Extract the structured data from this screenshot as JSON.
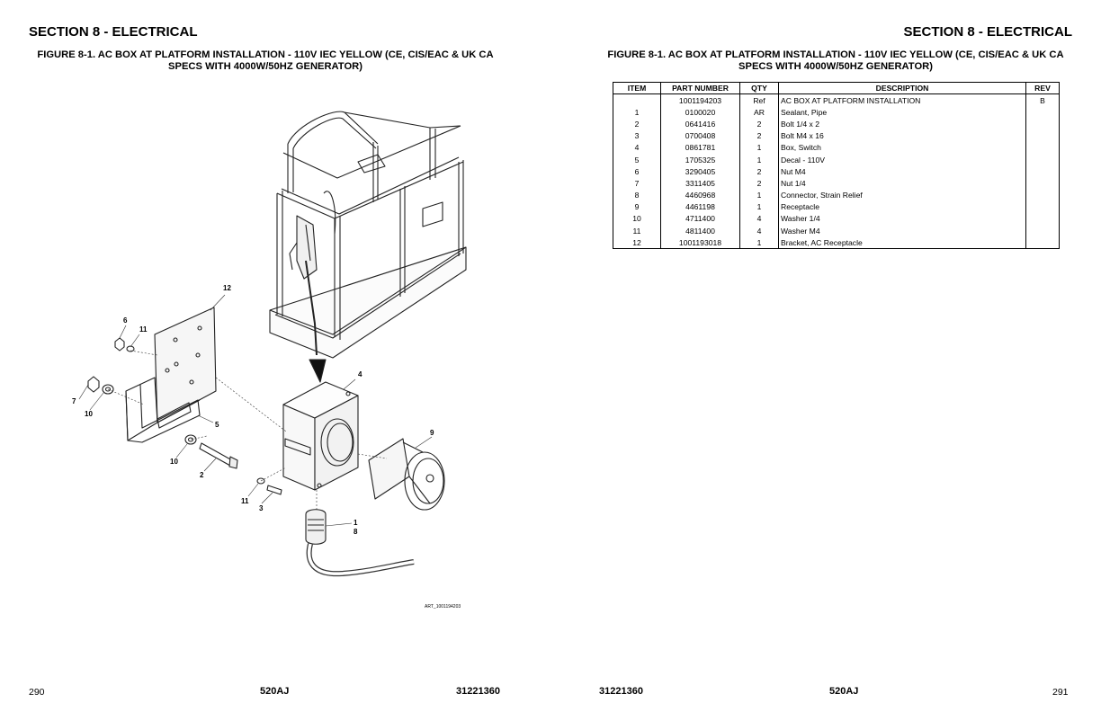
{
  "left_page": {
    "section_title": "SECTION 8 - ELECTRICAL",
    "figure_title_line1": "FIGURE 8-1. AC BOX AT PLATFORM INSTALLATION - 110V IEC YELLOW (CE, CIS/EAC & UK CA",
    "figure_title_line2": "SPECS WITH 4000W/50HZ GENERATOR)",
    "art_code": "ART_1001194203",
    "callouts": [
      "1",
      "2",
      "3",
      "4",
      "5",
      "6",
      "7",
      "8",
      "9",
      "10",
      "10",
      "11",
      "11",
      "12"
    ],
    "footer": {
      "page_number": "290",
      "model": "520AJ",
      "doc_number": "31221360"
    }
  },
  "right_page": {
    "section_title": "SECTION 8 - ELECTRICAL",
    "figure_title_line1": "FIGURE 8-1. AC BOX AT PLATFORM INSTALLATION - 110V IEC YELLOW (CE, CIS/EAC & UK CA",
    "figure_title_line2": "SPECS WITH 4000W/50HZ GENERATOR)",
    "footer": {
      "page_number": "291",
      "model": "520AJ",
      "doc_number": "31221360"
    }
  },
  "parts_table": {
    "headers": {
      "item": "ITEM",
      "part_number": "PART NUMBER",
      "qty": "QTY",
      "description": "DESCRIPTION",
      "rev": "REV"
    },
    "rows": [
      {
        "item": "",
        "part_number": "1001194203",
        "qty": "Ref",
        "description": "AC BOX AT PLATFORM INSTALLATION",
        "rev": "B"
      },
      {
        "item": "1",
        "part_number": "0100020",
        "qty": "AR",
        "description": "Sealant, Pipe",
        "rev": ""
      },
      {
        "item": "2",
        "part_number": "0641416",
        "qty": "2",
        "description": "Bolt 1/4 x 2",
        "rev": ""
      },
      {
        "item": "3",
        "part_number": "0700408",
        "qty": "2",
        "description": "Bolt M4 x 16",
        "rev": ""
      },
      {
        "item": "4",
        "part_number": "0861781",
        "qty": "1",
        "description": "Box, Switch",
        "rev": ""
      },
      {
        "item": "5",
        "part_number": "1705325",
        "qty": "1",
        "description": "Decal - 110V",
        "rev": ""
      },
      {
        "item": "6",
        "part_number": "3290405",
        "qty": "2",
        "description": "Nut M4",
        "rev": ""
      },
      {
        "item": "7",
        "part_number": "3311405",
        "qty": "2",
        "description": "Nut 1/4",
        "rev": ""
      },
      {
        "item": "8",
        "part_number": "4460968",
        "qty": "1",
        "description": "Connector, Strain Relief",
        "rev": ""
      },
      {
        "item": "9",
        "part_number": "4461198",
        "qty": "1",
        "description": "Receptacle",
        "rev": ""
      },
      {
        "item": "10",
        "part_number": "4711400",
        "qty": "4",
        "description": "Washer 1/4",
        "rev": ""
      },
      {
        "item": "11",
        "part_number": "4811400",
        "qty": "4",
        "description": "Washer M4",
        "rev": ""
      },
      {
        "item": "12",
        "part_number": "1001193018",
        "qty": "1",
        "description": "Bracket, AC Receptacle",
        "rev": ""
      }
    ]
  }
}
